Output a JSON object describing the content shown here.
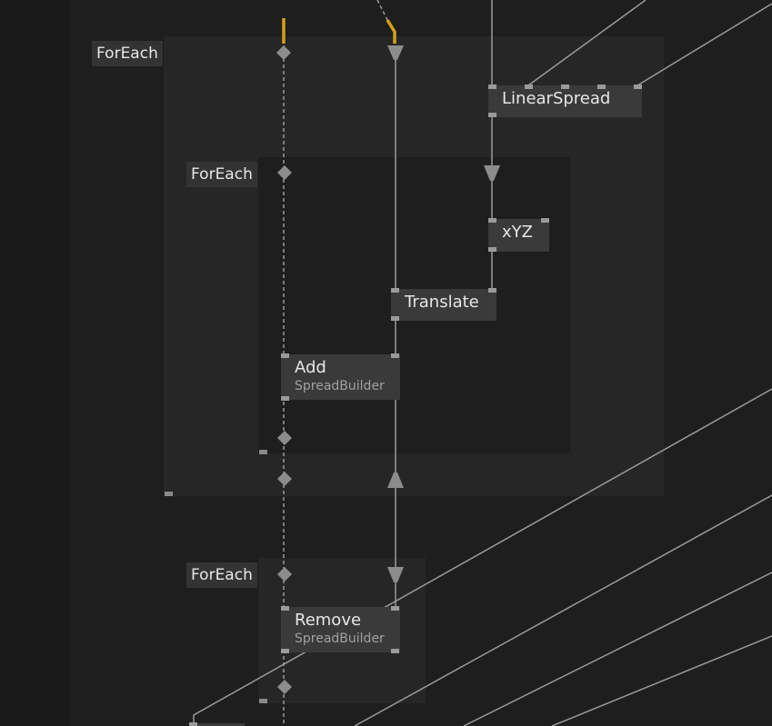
{
  "canvas": {
    "background": "#1e1e1e",
    "region_color": "#262626",
    "node_color": "#3a3a3a",
    "link_color": "#9a9a9a",
    "highlight_color": "#d4a017"
  },
  "regions": {
    "outer_foreach": {
      "label": "ForEach"
    },
    "inner_foreach": {
      "label": "ForEach"
    },
    "bottom_foreach": {
      "label": "ForEach"
    }
  },
  "nodes": {
    "linear_spread": {
      "title": "LinearSpread"
    },
    "xyz": {
      "title": "xYZ"
    },
    "translate": {
      "title": "Translate"
    },
    "add": {
      "title": "Add",
      "subtitle": "SpreadBuilder"
    },
    "remove": {
      "title": "Remove",
      "subtitle": "SpreadBuilder"
    }
  }
}
